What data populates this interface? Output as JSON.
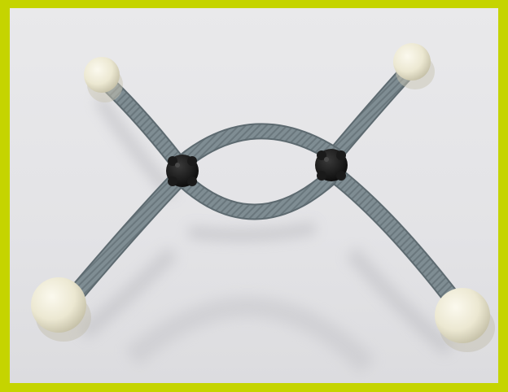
{
  "photo": {
    "subject": "molecular-model-ethene",
    "colors": {
      "frame": "#c5d400",
      "background": "#e6e6e8",
      "bond": "#7f8d93",
      "bond_dark": "#5d6a70",
      "carbon": "#141414",
      "hydrogen": "#ece8d2"
    },
    "atoms": [
      {
        "element": "C",
        "role": "carbon-left"
      },
      {
        "element": "C",
        "role": "carbon-right"
      },
      {
        "element": "H",
        "role": "hydrogen-top-left"
      },
      {
        "element": "H",
        "role": "hydrogen-top-right"
      },
      {
        "element": "H",
        "role": "hydrogen-bottom-left"
      },
      {
        "element": "H",
        "role": "hydrogen-bottom-right"
      }
    ],
    "bonds": [
      {
        "type": "double",
        "between": [
          "carbon-left",
          "carbon-right"
        ]
      },
      {
        "type": "single",
        "between": [
          "carbon-left",
          "hydrogen-top-left"
        ]
      },
      {
        "type": "single",
        "between": [
          "carbon-left",
          "hydrogen-bottom-left"
        ]
      },
      {
        "type": "single",
        "between": [
          "carbon-right",
          "hydrogen-top-right"
        ]
      },
      {
        "type": "single",
        "between": [
          "carbon-right",
          "hydrogen-bottom-right"
        ]
      }
    ]
  }
}
